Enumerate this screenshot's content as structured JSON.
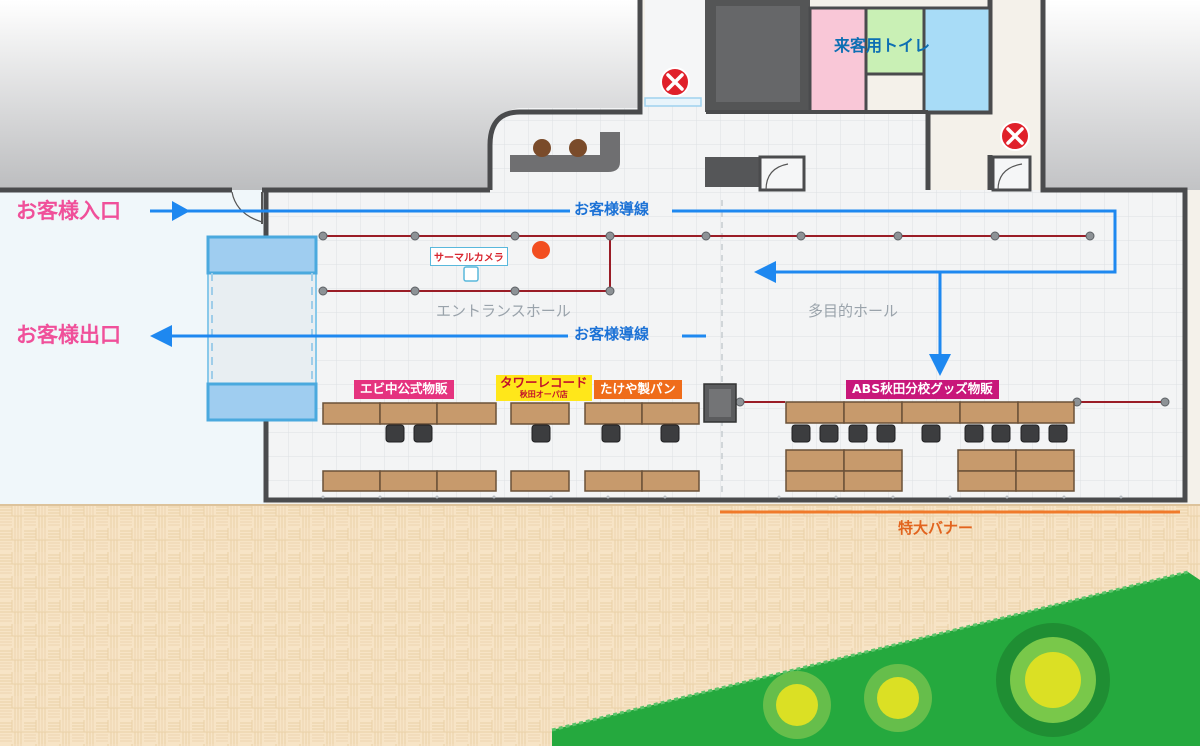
{
  "labels": {
    "entrance": "お客様入口",
    "exit": "お客様出口",
    "flow_top": "お客様導線",
    "flow_bottom": "お客様導線",
    "entrance_hall": "エントランスホール",
    "multi_hall": "多目的ホール",
    "toilet": "来客用トイレ",
    "thermal_camera": "サーマルカメラ",
    "banner": "特大バナー"
  },
  "shops": {
    "ebi": "エビ中公式物販",
    "tower_line1": "タワーレコード",
    "tower_line2": "秋田オーパ店",
    "takeya": "たけや製パン",
    "abs": "ABS秋田分校グッズ物販"
  },
  "colors": {
    "pink": "#f0509a",
    "flow_blue": "#1e88f0",
    "ebi_tag": "#e5337f",
    "tower_tag": "#ffe71a",
    "takeya_tag": "#ef6c1a",
    "abs_tag": "#c8177a",
    "rope": "#9a1c26",
    "banner": "#f07a2a",
    "toilet_pink": "#f9c7d7",
    "toilet_green": "#c9f0b5",
    "toilet_blue": "#a8dcf7"
  },
  "icons": [
    "no-entry-icon",
    "no-entry-icon",
    "flow-arrow-icon",
    "thermal-camera-icon",
    "stanchion-icon"
  ]
}
